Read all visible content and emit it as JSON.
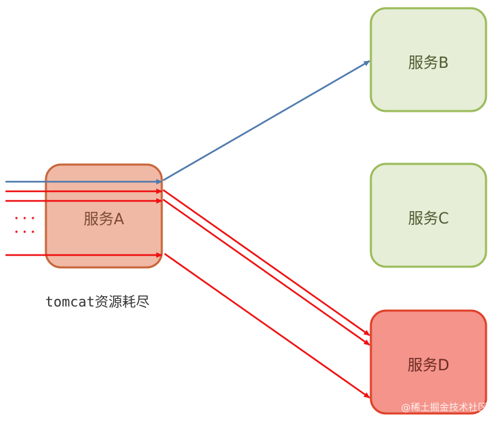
{
  "nodes": {
    "service_a": {
      "label": "服务A",
      "color": "#f0b9a6",
      "border": "#c8663a"
    },
    "service_b": {
      "label": "服务B",
      "color": "#e6eed8",
      "border": "#9bbb59"
    },
    "service_c": {
      "label": "服务C",
      "color": "#e6eed8",
      "border": "#9bbb59"
    },
    "service_d": {
      "label": "服务D",
      "color": "#f4948a",
      "border": "#e0402a"
    }
  },
  "caption": {
    "prefix": "tomcat",
    "suffix": "资源耗尽"
  },
  "ellipsis": "⋮",
  "colors": {
    "normal_request": "#4f7aad",
    "failing_request": "#ee1111"
  },
  "watermark": "@稀土掘金技术社区"
}
